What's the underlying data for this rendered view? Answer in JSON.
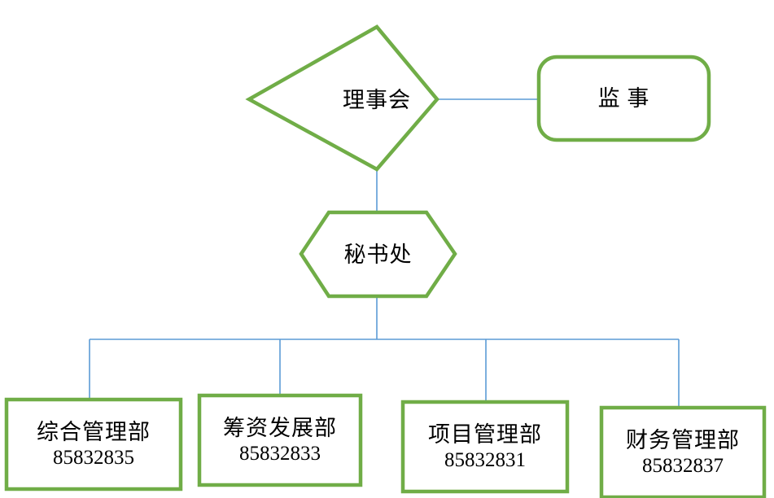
{
  "diagram": {
    "title_text": "",
    "colors": {
      "shape_border_green": "#70AD47",
      "connector_blue": "#5B9BD5",
      "text": "#000000",
      "background": "#FFFFFF"
    },
    "nodes": {
      "board": {
        "label": "理事会",
        "shape": "diamond"
      },
      "supervisor": {
        "label": "监 事",
        "shape": "rounded-rectangle"
      },
      "secretariat": {
        "label": "秘书处",
        "shape": "hexagon"
      }
    },
    "departments": [
      {
        "name": "综合管理部",
        "phone": "85832835",
        "shape": "rectangle"
      },
      {
        "name": "筹资发展部",
        "phone": "85832833",
        "shape": "rectangle"
      },
      {
        "name": "项目管理部",
        "phone": "85832831",
        "shape": "rectangle"
      },
      {
        "name": "财务管理部",
        "phone": "85832837",
        "shape": "rectangle"
      }
    ]
  }
}
